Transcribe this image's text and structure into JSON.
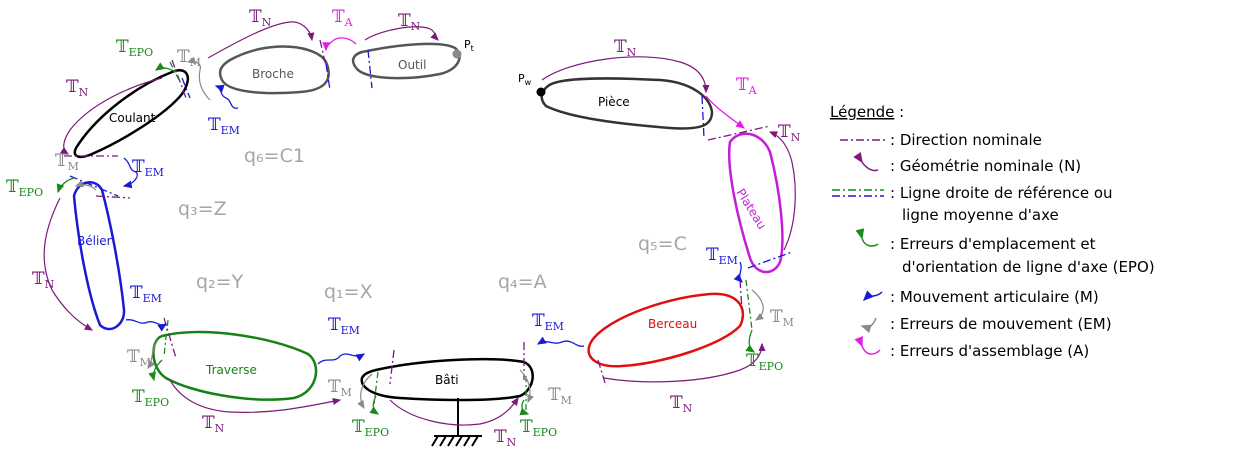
{
  "parts": {
    "broche": "Broche",
    "outil": "Outil",
    "coulant": "Coulant",
    "belier": "Bélier",
    "traverse": "Traverse",
    "bati": "Bâti",
    "berceau": "Berceau",
    "plateau": "Plateau",
    "piece": "Pièce"
  },
  "points": {
    "pt": "P",
    "pt_sub": "t",
    "pw": "P",
    "pw_sub": "w"
  },
  "joints": {
    "q6": "q₆=C1",
    "q3": "q₃=Z",
    "q2": "q₂=Y",
    "q1": "q₁=X",
    "q4": "q₄=A",
    "q5": "q₅=C"
  },
  "T": "𝕋",
  "subs": {
    "N": "N",
    "A": "A",
    "M": "M",
    "EM": "EM",
    "EPO": "EPO"
  },
  "legend": {
    "title": "Légende",
    "title_suffix": " :",
    "items": [
      ": Direction nominale",
      ": Géométrie nominale (N)",
      ": Ligne droite de référence ou",
      "ligne moyenne d'axe",
      ": Erreurs d'emplacement et",
      "d'orientation de ligne d'axe (EPO)",
      ": Mouvement articulaire (M)",
      ": Erreurs de mouvement (EM)",
      ": Erreurs d'assemblage (A)"
    ]
  },
  "colors": {
    "nominal": "#7b1a7b",
    "epo": "#1a8a1a",
    "movement": "#1a1ad6",
    "motion_error": "#8a8a8a",
    "assembly": "#e31ee3",
    "berceau": "#e01010",
    "plateau": "#c51fd6",
    "traverse": "#168216",
    "outline_gray": "#555555",
    "joint_label": "#a6a6a6"
  }
}
